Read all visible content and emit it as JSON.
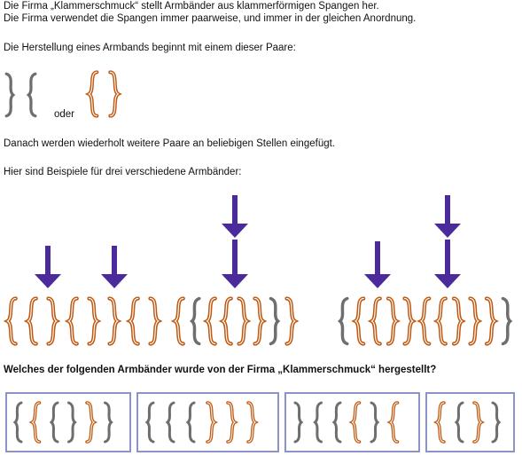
{
  "intro": {
    "line1": "Die Firma „Klammerschmuck“ stellt Armbänder aus klammerförmigen Spangen her.",
    "line2": "Die Firma verwendet die Spangen immer paarweise, und immer in der gleichen Anordnung.",
    "start": "Die Herstellung eines Armbands beginnt mit einem dieser Paare:",
    "oder": "oder",
    "insert": "Danach werden wiederholt weitere Paare an beliebigen Stellen eingefügt.",
    "examples": "Hier sind Beispiele für drei verschiedene Armbänder:"
  },
  "question": "Welches der folgenden Armbänder wurde von der Firma „Klammerschmuck“ hergestellt?",
  "colors": {
    "gray": "#6e6e6e",
    "orange": "#c05a12",
    "arrow": "#4b2a9c",
    "frame": "#8c93c8"
  },
  "start_pairs": [
    [
      "g>",
      "g<"
    ],
    [
      "o{",
      "o}"
    ]
  ],
  "example_bracelets": [
    [
      "o{",
      "o{",
      "o}",
      "o{",
      "o}",
      "o}",
      "o{",
      "o}"
    ],
    [
      "o{",
      "g<",
      "o{",
      "o{",
      "o}",
      "o}",
      "g>",
      "o}"
    ],
    [
      "g<",
      "o{",
      "o{",
      "o}",
      "o}",
      "o{",
      "o{",
      "o}",
      "o}",
      "o}",
      "g>"
    ]
  ],
  "answer_options": [
    [
      "g<",
      "o{",
      "g<",
      "g>",
      "o}",
      "g>"
    ],
    [
      "g<",
      "g<",
      "g<",
      "o}",
      "o}",
      "o}"
    ],
    [
      "g>",
      "g<",
      "g<",
      "o{",
      "g>",
      "o{"
    ],
    [
      "o{",
      "g<",
      "o}",
      "g>"
    ]
  ]
}
